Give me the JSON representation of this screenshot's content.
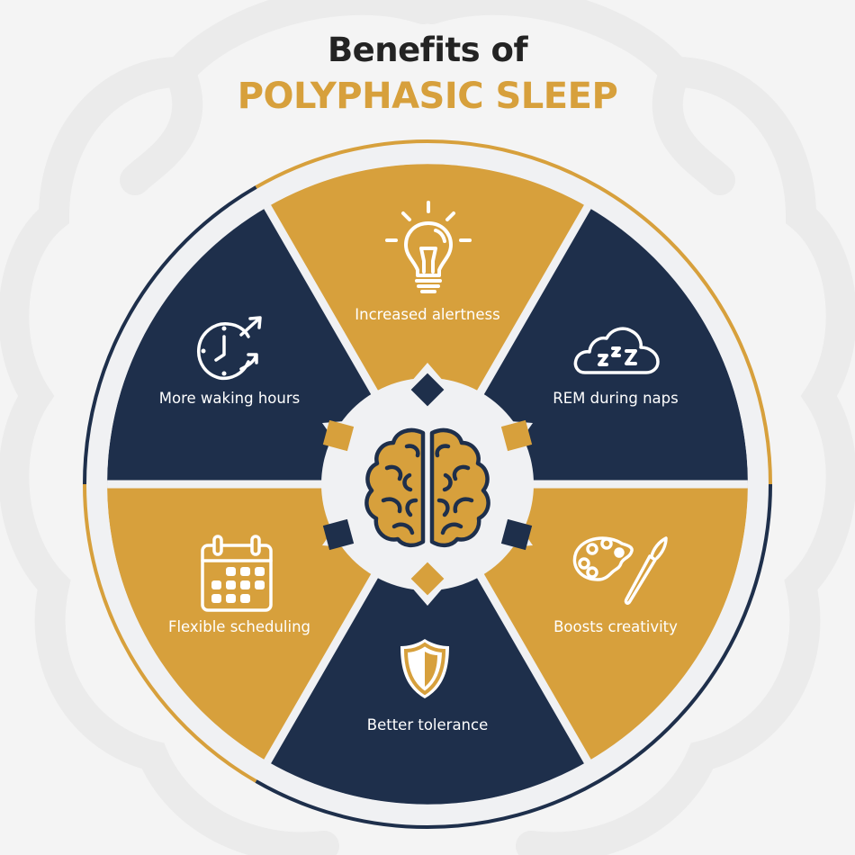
{
  "title": {
    "line1": "Benefits of",
    "line2": "POLYPHASIC SLEEP"
  },
  "colors": {
    "background": "#f4f4f4",
    "gold": "#d7a03c",
    "navy": "#1e2f4b",
    "panel": "#f0f1f3",
    "title_dark": "#232323"
  },
  "center": {
    "icon": "brain-icon"
  },
  "segments": [
    {
      "label": "Increased alertness",
      "icon": "lightbulb-icon",
      "color": "gold",
      "position": "top"
    },
    {
      "label": "REM during naps",
      "icon": "cloud-zzz-icon",
      "color": "navy",
      "position": "top-right"
    },
    {
      "label": "Boosts creativity",
      "icon": "palette-brush-icon",
      "color": "gold",
      "position": "bottom-right"
    },
    {
      "label": "Better tolerance",
      "icon": "shield-icon",
      "color": "navy",
      "position": "bottom"
    },
    {
      "label": "Flexible scheduling",
      "icon": "calendar-icon",
      "color": "gold",
      "position": "bottom-left"
    },
    {
      "label": "More waking hours",
      "icon": "clock-arrows-icon",
      "color": "navy",
      "position": "top-left"
    }
  ]
}
